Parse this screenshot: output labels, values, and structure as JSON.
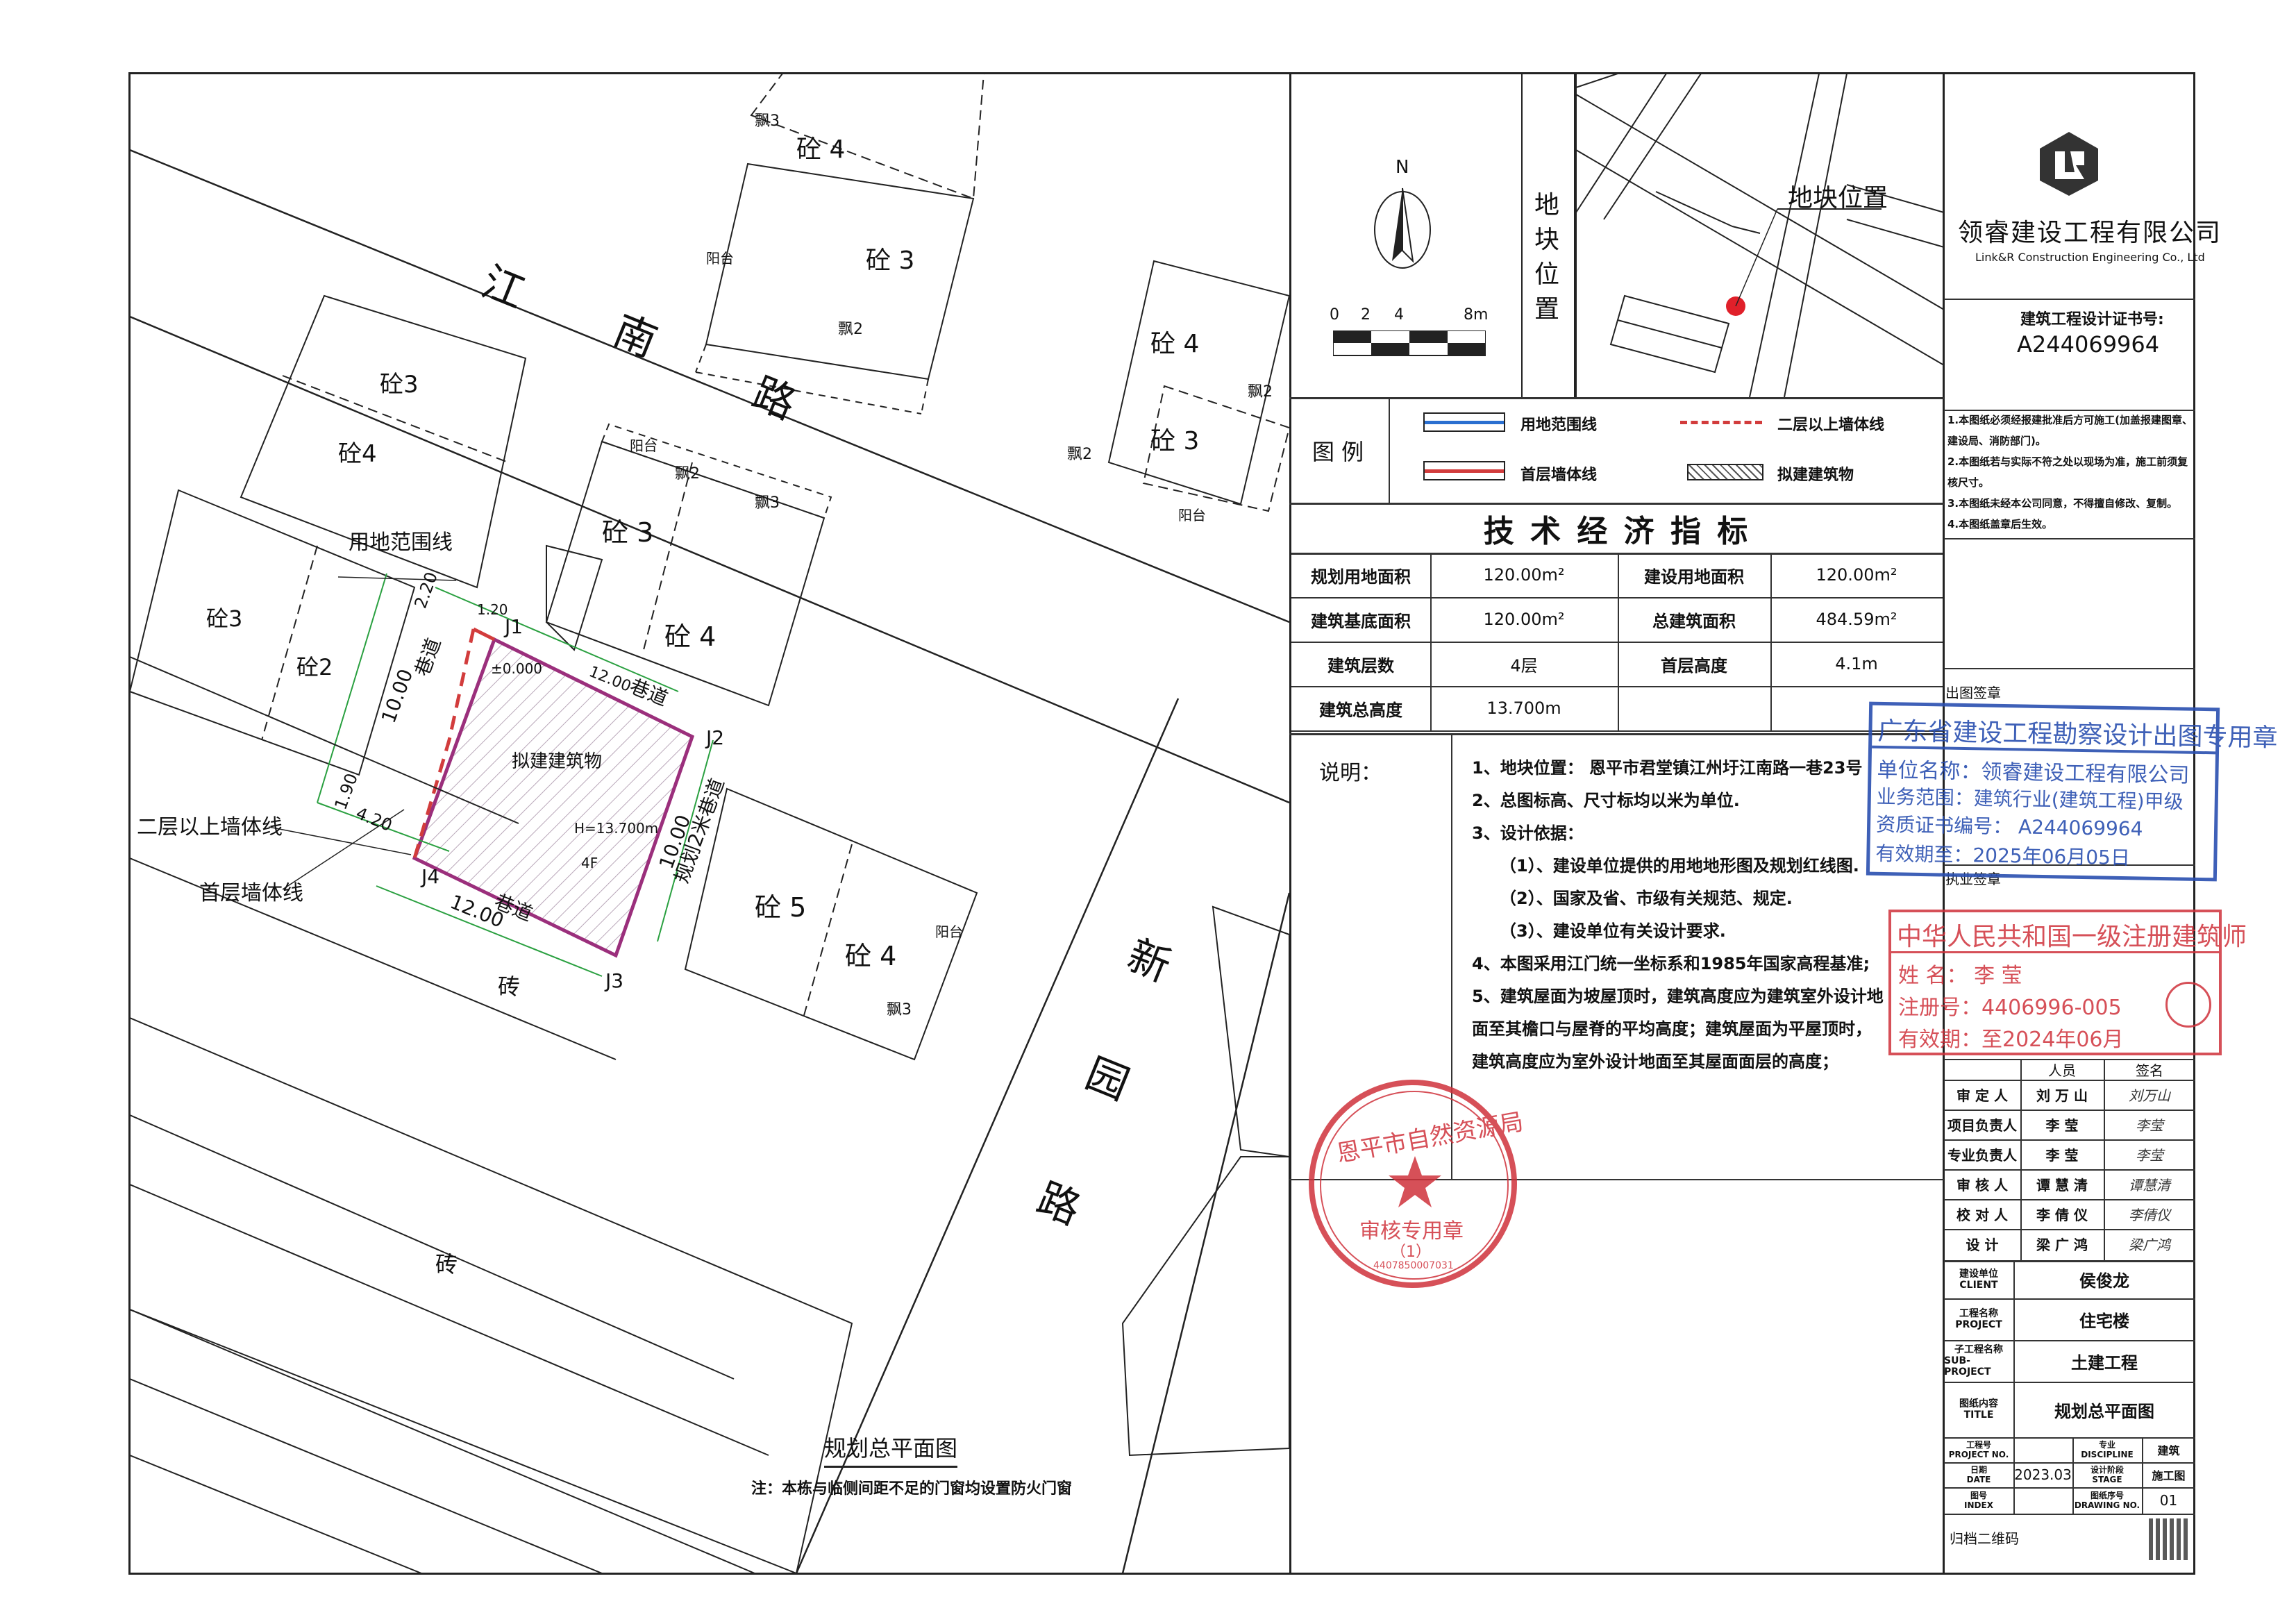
{
  "map": {
    "road_jiangnan": [
      "江",
      "南",
      "路"
    ],
    "road_xinyuan": [
      "新",
      "园",
      "路"
    ],
    "buildings": {
      "b1": "砼 4",
      "b2": "砼 3",
      "b3": "砼3",
      "b4": "砼4",
      "b5": "砼 3",
      "b6": "砼 4",
      "b7": "砼3",
      "b8": "砼2",
      "b9": "砼 4",
      "b10": "砼 3",
      "b11": "砼 5",
      "b12": "砼 4",
      "brick1": "砖",
      "brick2": "砖"
    },
    "small": {
      "piao3_top": "飘3",
      "yangtai_top": "阳台",
      "piao2_top": "飘2",
      "yangtai_mid": "阳台",
      "piao2_mid": "飘2",
      "piao3_mid": "飘3",
      "piao2_right1": "飘2",
      "piao2_right2": "飘2",
      "yangtai_right": "阳台",
      "yangtai_low": "阳台",
      "piao3_low": "飘3"
    },
    "labels": {
      "site_boundary": "用地范围线",
      "upper_wall": "二层以上墙体线",
      "ground_wall": "首层墙体线",
      "alley1": "巷道",
      "alley2": "巷道",
      "alley3": "巷道",
      "planned_alley": "规划2米巷道",
      "proposed_building": "拟建建筑物",
      "elevation": "±0.000",
      "height": "H=13.700m",
      "floors": "4F"
    },
    "points": {
      "j1": "J1",
      "j2": "J2",
      "j3": "J3",
      "j4": "J4"
    },
    "dims": {
      "d_2_20": "2.20",
      "d_1_20": "1.20",
      "d_12_00_top": "12.00",
      "d_10_00_left": "10.00",
      "d_10_00_right": "10.00",
      "d_1_90": "1.90",
      "d_4_20": "4.20",
      "d_12_00_bottom": "12.00"
    },
    "plan_title": "规划总平面图",
    "plan_note": "注：本栋与临侧间距不足的门窗均设置防火门窗"
  },
  "location": {
    "north": "N",
    "scale_ticks": [
      "0",
      "2",
      "4",
      "8m"
    ],
    "vertical_label": [
      "地",
      "块",
      "位",
      "置"
    ],
    "callout": "地块位置"
  },
  "company": {
    "name": "领睿建设工程有限公司",
    "name_en": "Link&R Construction Engineering Co., Ltd",
    "cert_label": "建筑工程设计证书号:",
    "cert_no": "A244069964",
    "notes": [
      "1.本图纸必须经报建批准后方可施工(加盖报建图章、建设局、消防部门)。",
      "2.本图纸若与实际不符之处以现场为准，施工前须复核尺寸。",
      "3.本图纸未经本公司同意，不得擅自修改、复制。",
      "4.本图纸盖章后生效。"
    ]
  },
  "legend": {
    "title": "图 例",
    "items": {
      "site_line": "用地范围线",
      "upper_line": "二层以上墙体线",
      "ground_line": "首层墙体线",
      "proposed": "拟建建筑物"
    }
  },
  "tech": {
    "title": "技 术 经 济 指 标",
    "rows": [
      {
        "l1": "规划用地面积",
        "v1": "120.00m²",
        "l2": "建设用地面积",
        "v2": "120.00m²"
      },
      {
        "l1": "建筑基底面积",
        "v1": "120.00m²",
        "l2": "总建筑面积",
        "v2": "484.59m²"
      },
      {
        "l1": "建筑层数",
        "v1": "4层",
        "l2": "首层高度",
        "v2": "4.1m"
      },
      {
        "l1": "建筑总高度",
        "v1": "13.700m",
        "l2": "",
        "v2": ""
      }
    ]
  },
  "desc": {
    "label": "说明：",
    "lines": [
      "1、地块位置： 恩平市君堂镇江州圩江南路一巷23号",
      "2、总图标高、尺寸标均以米为单位.",
      "3、设计依据：",
      "（1）、建设单位提供的用地地形图及规划红线图.",
      "（2）、国家及省、市级有关规范、规定.",
      "（3）、建设单位有关设计要求.",
      "4、本图采用江门统一坐标系和1985年国家高程基准;",
      "5、建筑屋面为坡屋顶时，建筑高度应为建筑室外设计地",
      "面至其檐口与屋脊的平均高度；建筑屋面为平屋顶时，",
      "建筑高度应为室外设计地面至其屋面面层的高度；"
    ]
  },
  "sign": {
    "out_label": "出图签章",
    "exec_label": "执业签章",
    "person_header": "人员",
    "sign_header": "签名",
    "roles": [
      {
        "role": "审 定 人",
        "name": "刘 万 山",
        "sig": "刘万山"
      },
      {
        "role": "项目负责人",
        "name": "李    莹",
        "sig": "李莹"
      },
      {
        "role": "专业负责人",
        "name": "李    莹",
        "sig": "李莹"
      },
      {
        "role": "审 核 人",
        "name": "谭 慧 清",
        "sig": "谭慧清"
      },
      {
        "role": "校 对 人",
        "name": "李 倩 仪",
        "sig": "李倩仪"
      },
      {
        "role": "设    计",
        "name": "梁 广 鸿",
        "sig": "梁广鸿"
      }
    ]
  },
  "titleblock": {
    "client_cn": "建设单位",
    "client_en": "CLIENT",
    "client": "侯俊龙",
    "project_cn": "工程名称",
    "project_en": "PROJECT",
    "project": "住宅楼",
    "sub_cn": "子工程名称",
    "sub_en": "SUB-PROJECT",
    "sub": "土建工程",
    "title_cn": "图纸内容",
    "title_en": "TITLE",
    "title": "规划总平面图",
    "projno_cn": "工程号",
    "projno_en": "PROJECT NO.",
    "disc_cn": "专业",
    "disc_en": "DISCIPLINE",
    "disc": "建筑",
    "date_cn": "日期",
    "date_en": "DATE",
    "date": "2023.03",
    "stage_cn": "设计阶段",
    "stage_en": "STAGE",
    "stage": "施工图",
    "index_cn": "图号",
    "index_en": "INDEX",
    "drawno_cn": "图纸序号",
    "drawno_en": "DRAWING NO.",
    "drawno": "01",
    "archive": "归档二维码"
  },
  "stamps": {
    "blue": {
      "title": "广东省建设工程勘察设计出图专用章",
      "unit": "单位名称：领睿建设工程有限公司",
      "scope": "业务范围：建筑行业(建筑工程)甲级",
      "cert": "资质证书编号： A244069964",
      "valid": "有效期至：2025年06月05日"
    },
    "red": {
      "title": "中华人民共和国一级注册建筑师",
      "name": "姓    名：    李    莹",
      "reg": "注册号：4406996-005",
      "valid": "有效期：至2024年06月"
    },
    "round": {
      "top": "恩平市自然资源局",
      "bottom": "审核专用章",
      "num": "（1）",
      "code": "4407850007031"
    }
  },
  "colors": {
    "site_line": "#2a6fd0",
    "upper_line": "#d23c3c",
    "ground_line": "#9b2f7c",
    "dim_line": "#2aa040",
    "stamp_red": "#d0323c",
    "stamp_blue": "#2a4fb0"
  }
}
